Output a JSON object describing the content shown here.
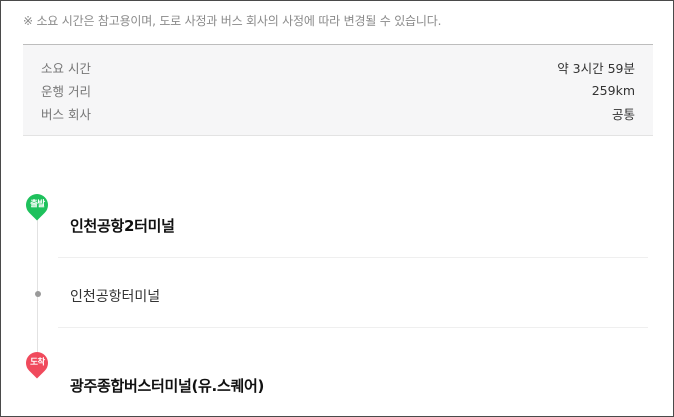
{
  "notice": "※ 소요 시간은 참고용이며, 도로 사정과 버스 회사의 사정에 따라 변경될 수 있습니다.",
  "info": [
    {
      "label": "소요 시간",
      "value": "약 3시간 59분"
    },
    {
      "label": "운행 거리",
      "value": "259km"
    },
    {
      "label": "버스 회사",
      "value": "공통"
    }
  ],
  "route": {
    "start": {
      "badge": "출발",
      "name": "인천공항2터미널",
      "color": "#1ec15c"
    },
    "via": {
      "name": "인천공항터미널"
    },
    "end": {
      "badge": "도착",
      "name": "광주종합버스터미널(유.스퀘어)",
      "color": "#f04a5c"
    }
  }
}
